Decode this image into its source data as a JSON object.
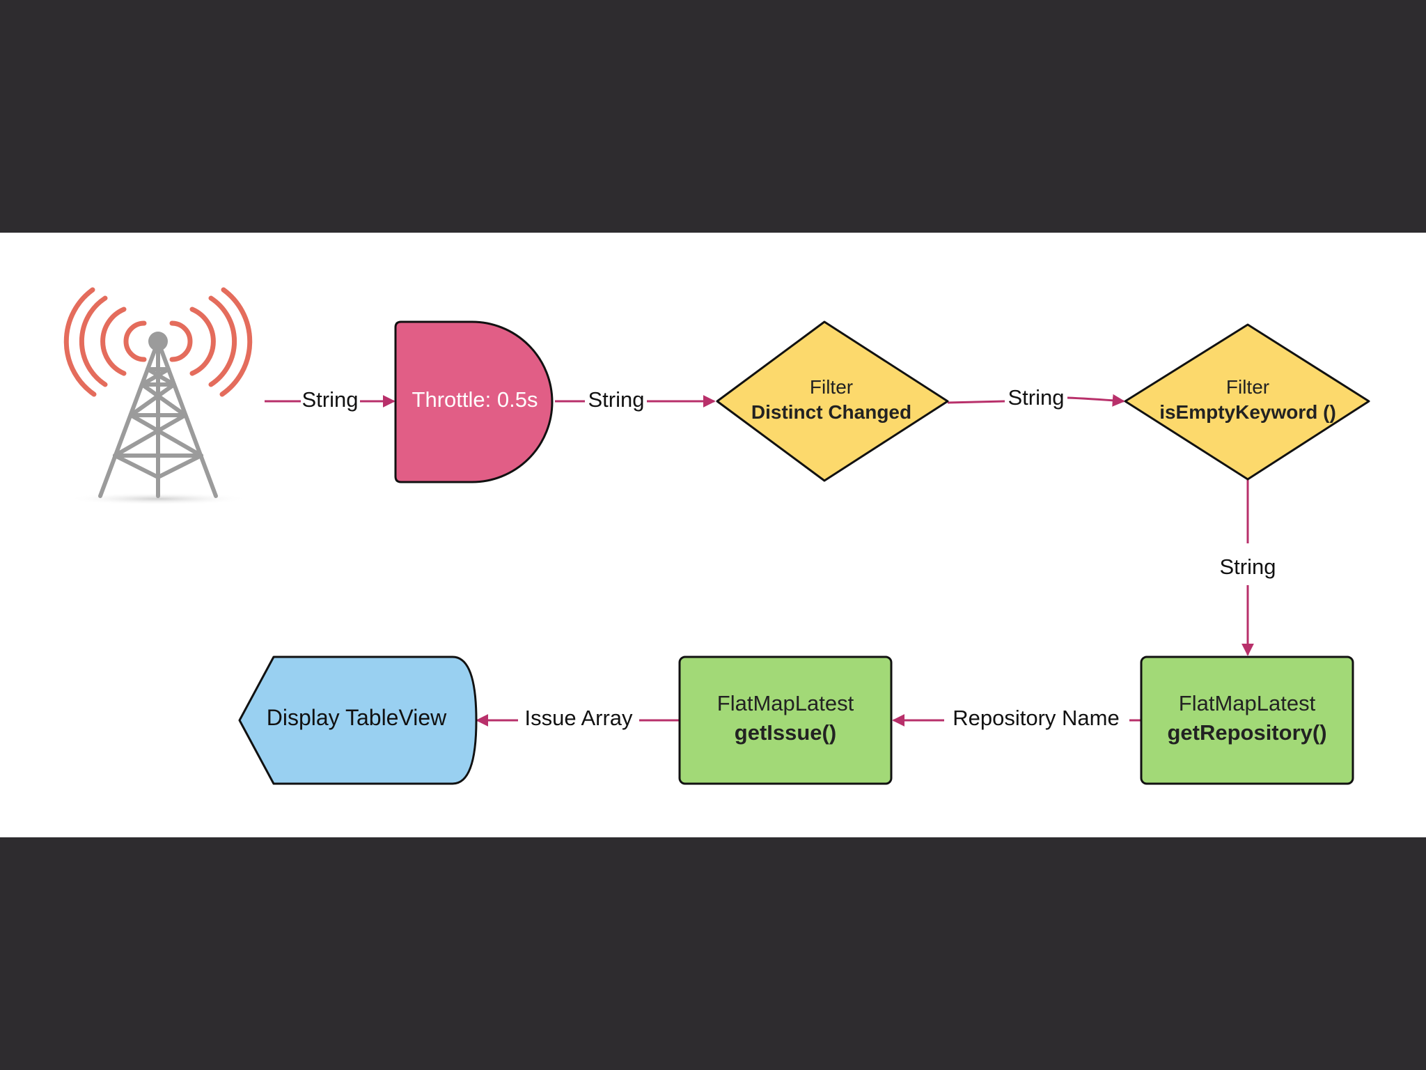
{
  "colors": {
    "backdrop": "#2e2c2f",
    "canvas": "#ffffff",
    "connector": "#b8306a",
    "throttle_fill": "#e15e86",
    "filter_fill": "#fcd96c",
    "flatmap_fill": "#a2d977",
    "display_fill": "#99d0f1",
    "tower_waves": "#e46c5c",
    "tower_frame": "#9b9b9b"
  },
  "nodes": {
    "throttle": {
      "label": "Throttle: 0.5s"
    },
    "filter_distinct": {
      "title": "Filter",
      "subtitle": "Distinct Changed"
    },
    "filter_empty": {
      "title": "Filter",
      "subtitle": "isEmptyKeyword ()"
    },
    "flatmap_repository": {
      "title": "FlatMapLatest",
      "subtitle": "getRepository()"
    },
    "flatmap_issue": {
      "title": "FlatMapLatest",
      "subtitle": "getIssue()"
    },
    "display": {
      "label": "Display TableView"
    }
  },
  "edges": {
    "tower_to_throttle": "String",
    "throttle_to_distinct": "String",
    "distinct_to_empty": "String",
    "empty_to_repository": "String",
    "repository_to_issue": "Repository Name",
    "issue_to_display": "Issue Array"
  },
  "icons": {
    "source": "radio-tower-icon"
  }
}
